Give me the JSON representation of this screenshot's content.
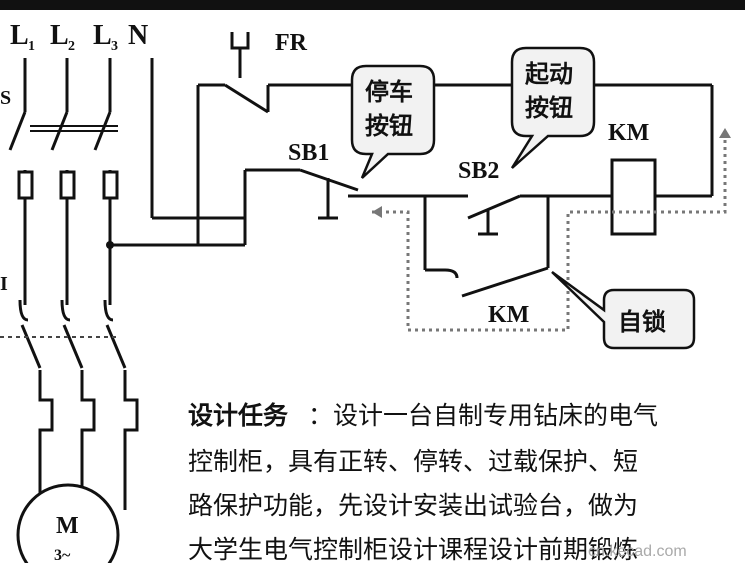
{
  "labels": {
    "l1": "L",
    "l1_sub": "1",
    "l2": "L",
    "l2_sub": "2",
    "l3": "L",
    "l3_sub": "3",
    "n": "N",
    "fr": "FR",
    "sb1": "SB1",
    "sb2": "SB2",
    "km_coil": "KM",
    "km_contact": "KM",
    "left_s": "S",
    "left_i": "I",
    "motor": "M",
    "motor_sub": "3~"
  },
  "callouts": {
    "stop_line1": "停车",
    "stop_line2": "按钮",
    "start_line1": "起动",
    "start_line2": "按钮",
    "selflock": "自锁"
  },
  "task": {
    "heading": "设计任务",
    "line1": "：设计一台自制专用钻床的电气",
    "line2": "控制柜，具有正转、停转、过载保护、短",
    "line3": "路保护功能，先设计安装出试验台，做为",
    "line4": "大学生电气控制柜设计课程设计前期锻炼"
  },
  "watermark": "cn.kecad.com",
  "colors": {
    "line": "#111111",
    "callout_fill": "#f2f2f2",
    "dotted": "#777777"
  }
}
